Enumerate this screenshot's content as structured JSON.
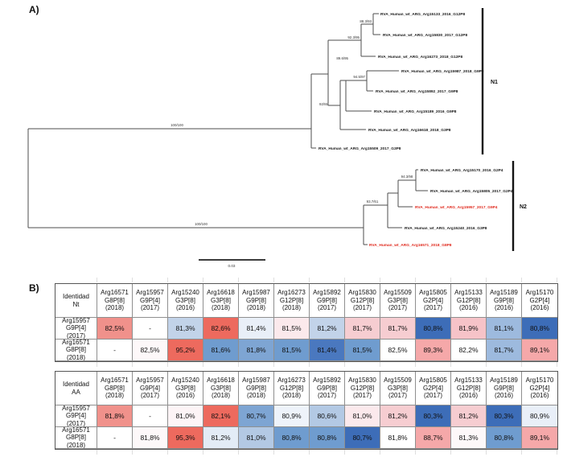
{
  "panel_a": {
    "label": "A)",
    "clade1_label": "N1",
    "clade2_label": "N2",
    "scale_label": "0.03",
    "taxa": [
      {
        "name": "RVA_Human_wt_ARG_Arg15133_2016_G12P8",
        "color": "#1a1a1a"
      },
      {
        "name": "RVA_Human_wt_ARG_Arg15830_2017_G12P8",
        "color": "#1a1a1a"
      },
      {
        "name": "RVA_Human_wt_ARG_Arg16273_2018_G12P8",
        "color": "#1a1a1a"
      },
      {
        "name": "RVA_Human_wt_ARG_Arg15987_2018_G9P8",
        "color": "#1a1a1a"
      },
      {
        "name": "RVA_Human_wt_ARG_Arg15892_2017_G9P8",
        "color": "#1a1a1a"
      },
      {
        "name": "RVA_Human_wt_ARG_Arg15189_2016_G9P8",
        "color": "#1a1a1a"
      },
      {
        "name": "RVA_Human_wt_ARG_Arg16618_2018_G3P8",
        "color": "#1a1a1a"
      },
      {
        "name": "RVA_Human_wt_ARG_Arg15509_2017_G3P8",
        "color": "#1a1a1a"
      },
      {
        "name": "RVA_Human_wt_ARG_Arg15170_2016_G2P4",
        "color": "#1a1a1a"
      },
      {
        "name": "RVA_Human_wt_ARG_Arg15805_2017_G2P4",
        "color": "#1a1a1a"
      },
      {
        "name": "RVA_Human_wt_ARG_Arg15957_2017_G9P4",
        "color": "#e02a1e"
      },
      {
        "name": "RVA_Human_wt_ARG_Arg15240_2016_G3P8",
        "color": "#1a1a1a"
      },
      {
        "name": "RVA_Human_wt_ARG_Arg16571_2018_G8P8",
        "color": "#e02a1e"
      }
    ],
    "supports": [
      "88.3/93",
      "92.3/95",
      "89.6/95",
      "94.5/97",
      "92/91",
      "100/100",
      "100/100",
      "94.3/98",
      "93.7/61"
    ]
  },
  "panel_b": {
    "label": "B)",
    "columns": [
      [
        "Arg16571",
        "G8P[8]",
        "(2018)"
      ],
      [
        "Arg15957",
        "G9P[4]",
        "(2017)"
      ],
      [
        "Arg15240",
        "G3P[8]",
        "(2016)"
      ],
      [
        "Arg16618",
        "G3P[8]",
        "(2018)"
      ],
      [
        "Arg15987",
        "G9P[8]",
        "(2018)"
      ],
      [
        "Arg16273",
        "G12P[8]",
        "(2018)"
      ],
      [
        "Arg15892",
        "G9P[8]",
        "(2017)"
      ],
      [
        "Arg15830",
        "G12P[8]",
        "(2017)"
      ],
      [
        "Arg15509",
        "G3P[8]",
        "(2017)"
      ],
      [
        "Arg15805",
        "G2P[4]",
        "(2017)"
      ],
      [
        "Arg15133",
        "G12P[8]",
        "(2016)"
      ],
      [
        "Arg15189",
        "G9P[8]",
        "(2016)"
      ],
      [
        "Arg15170",
        "G2P[4]",
        "(2016)"
      ]
    ],
    "tables": [
      {
        "id": "nt",
        "title_lines": [
          "Identidad",
          "Nt"
        ],
        "rows": [
          {
            "label": [
              "Arg15957",
              "G9P[4]",
              "(2017)"
            ],
            "cells": [
              {
                "v": "82,5%",
                "bg": "#f0918b"
              },
              {
                "v": "-",
                "bg": "#ffffff"
              },
              {
                "v": "81,3%",
                "bg": "#c2d3e9"
              },
              {
                "v": "82,6%",
                "bg": "#ed6a5e"
              },
              {
                "v": "81,4%",
                "bg": "#e9eff8"
              },
              {
                "v": "81,5%",
                "bg": "#fbe9ec"
              },
              {
                "v": "81,2%",
                "bg": "#c2d3e9"
              },
              {
                "v": "81,7%",
                "bg": "#f6cdd1"
              },
              {
                "v": "81,7%",
                "bg": "#f6cdd1"
              },
              {
                "v": "80,8%",
                "bg": "#3d6db8"
              },
              {
                "v": "81,9%",
                "bg": "#f6c3c8"
              },
              {
                "v": "81,1%",
                "bg": "#9dbade"
              },
              {
                "v": "80,8%",
                "bg": "#3d6db8"
              }
            ]
          },
          {
            "label": [
              "Arg16571",
              "G8P[8]",
              "(2018)"
            ],
            "cells": [
              {
                "v": "-",
                "bg": "#ffffff"
              },
              {
                "v": "82,5%",
                "bg": "#fdf8f9"
              },
              {
                "v": "95,2%",
                "bg": "#ed6a5e"
              },
              {
                "v": "81,6%",
                "bg": "#6f9ccf"
              },
              {
                "v": "81,8%",
                "bg": "#7ea5d3"
              },
              {
                "v": "81,5%",
                "bg": "#6f9ccf"
              },
              {
                "v": "81,4%",
                "bg": "#4a78bf"
              },
              {
                "v": "81,5%",
                "bg": "#6f9ccf"
              },
              {
                "v": "82,5%",
                "bg": "#ffffff"
              },
              {
                "v": "89,3%",
                "bg": "#f5a8a9"
              },
              {
                "v": "82,2%",
                "bg": "#ffffff"
              },
              {
                "v": "81,7%",
                "bg": "#9dbade"
              },
              {
                "v": "89,1%",
                "bg": "#f5a8a9"
              }
            ]
          }
        ]
      },
      {
        "id": "aa",
        "title_lines": [
          "Identidad",
          "AA"
        ],
        "rows": [
          {
            "label": [
              "Arg15957",
              "G9P[4]",
              "(2017)"
            ],
            "cells": [
              {
                "v": "81,8%",
                "bg": "#f0918b"
              },
              {
                "v": "-",
                "bg": "#ffffff"
              },
              {
                "v": "81,0%",
                "bg": "#fdf4f6"
              },
              {
                "v": "82,1%",
                "bg": "#ed6a5e"
              },
              {
                "v": "80,7%",
                "bg": "#7ea5d3"
              },
              {
                "v": "80,9%",
                "bg": "#eef3fa"
              },
              {
                "v": "80,6%",
                "bg": "#b3c9e4"
              },
              {
                "v": "81,0%",
                "bg": "#fbe9ec"
              },
              {
                "v": "81,2%",
                "bg": "#f6cdd1"
              },
              {
                "v": "80,3%",
                "bg": "#3d6db8"
              },
              {
                "v": "81,2%",
                "bg": "#f6cdd1"
              },
              {
                "v": "80,3%",
                "bg": "#3d6db8"
              },
              {
                "v": "80,9%",
                "bg": "#e9eff8"
              }
            ]
          },
          {
            "label": [
              "Arg16571",
              "G8P[8]",
              "(2018)"
            ],
            "cells": [
              {
                "v": "-",
                "bg": "#ffffff"
              },
              {
                "v": "81,8%",
                "bg": "#fdf8f9"
              },
              {
                "v": "95,3%",
                "bg": "#ed6a5e"
              },
              {
                "v": "81,2%",
                "bg": "#e3ecf6"
              },
              {
                "v": "81,0%",
                "bg": "#b3c9e4"
              },
              {
                "v": "80,8%",
                "bg": "#6f9ccf"
              },
              {
                "v": "80,8%",
                "bg": "#6f9ccf"
              },
              {
                "v": "80,7%",
                "bg": "#3d6db8"
              },
              {
                "v": "81,8%",
                "bg": "#ffffff"
              },
              {
                "v": "88,7%",
                "bg": "#f5a8a9"
              },
              {
                "v": "81,3%",
                "bg": "#fdf8f9"
              },
              {
                "v": "80,8%",
                "bg": "#6f9ccf"
              },
              {
                "v": "89,1%",
                "bg": "#f5a8a9"
              }
            ]
          }
        ]
      }
    ]
  }
}
